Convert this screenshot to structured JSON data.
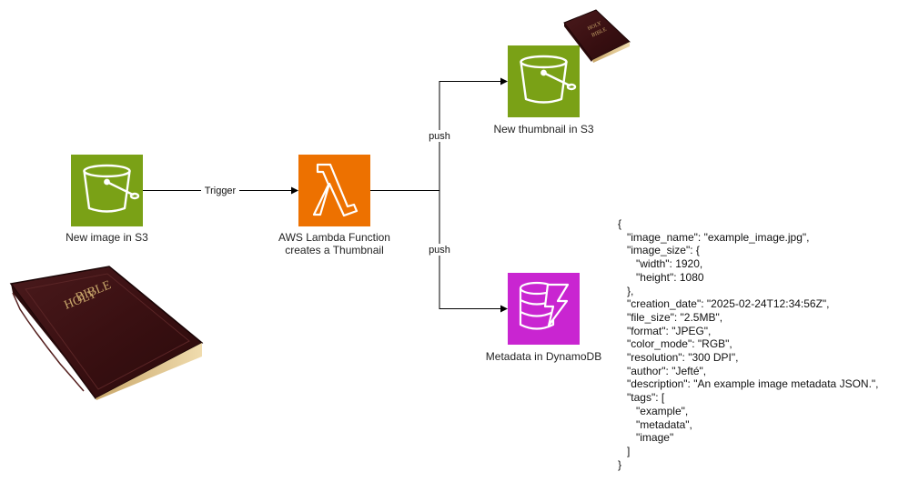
{
  "nodes": {
    "s3_source": {
      "label": "New image in S3",
      "icon": "s3-bucket-icon",
      "color": "#7AA116"
    },
    "lambda": {
      "label_line1": "AWS Lambda Function",
      "label_line2": "creates a Thumbnail",
      "icon": "lambda-icon",
      "color": "#ED7100"
    },
    "s3_thumbnail": {
      "label": "New thumbnail in S3",
      "icon": "s3-bucket-icon",
      "color": "#7AA116"
    },
    "dynamodb": {
      "label": "Metadata in DynamoDB",
      "icon": "dynamodb-icon",
      "color": "#C925D1"
    }
  },
  "edges": {
    "trigger": "Trigger",
    "push_thumbnail": "push",
    "push_metadata": "push"
  },
  "images": {
    "large_book": {
      "title_line1": "HOLY",
      "title_line2": "BIBLE"
    },
    "small_book": {
      "title_line1": "HOLY",
      "title_line2": "BIBLE"
    }
  },
  "metadata_json": "{\n   \"image_name\": \"example_image.jpg\",\n   \"image_size\": {\n      \"width\": 1920,\n      \"height\": 1080\n   },\n   \"creation_date\": \"2025-02-24T12:34:56Z\",\n   \"file_size\": \"2.5MB\",\n   \"format\": \"JPEG\",\n   \"color_mode\": \"RGB\",\n   \"resolution\": \"300 DPI\",\n   \"author\": \"Jefté\",\n   \"description\": \"An example image metadata JSON.\",\n   \"tags\": [\n      \"example\",\n      \"metadata\",\n      \"image\"\n   ]\n}"
}
